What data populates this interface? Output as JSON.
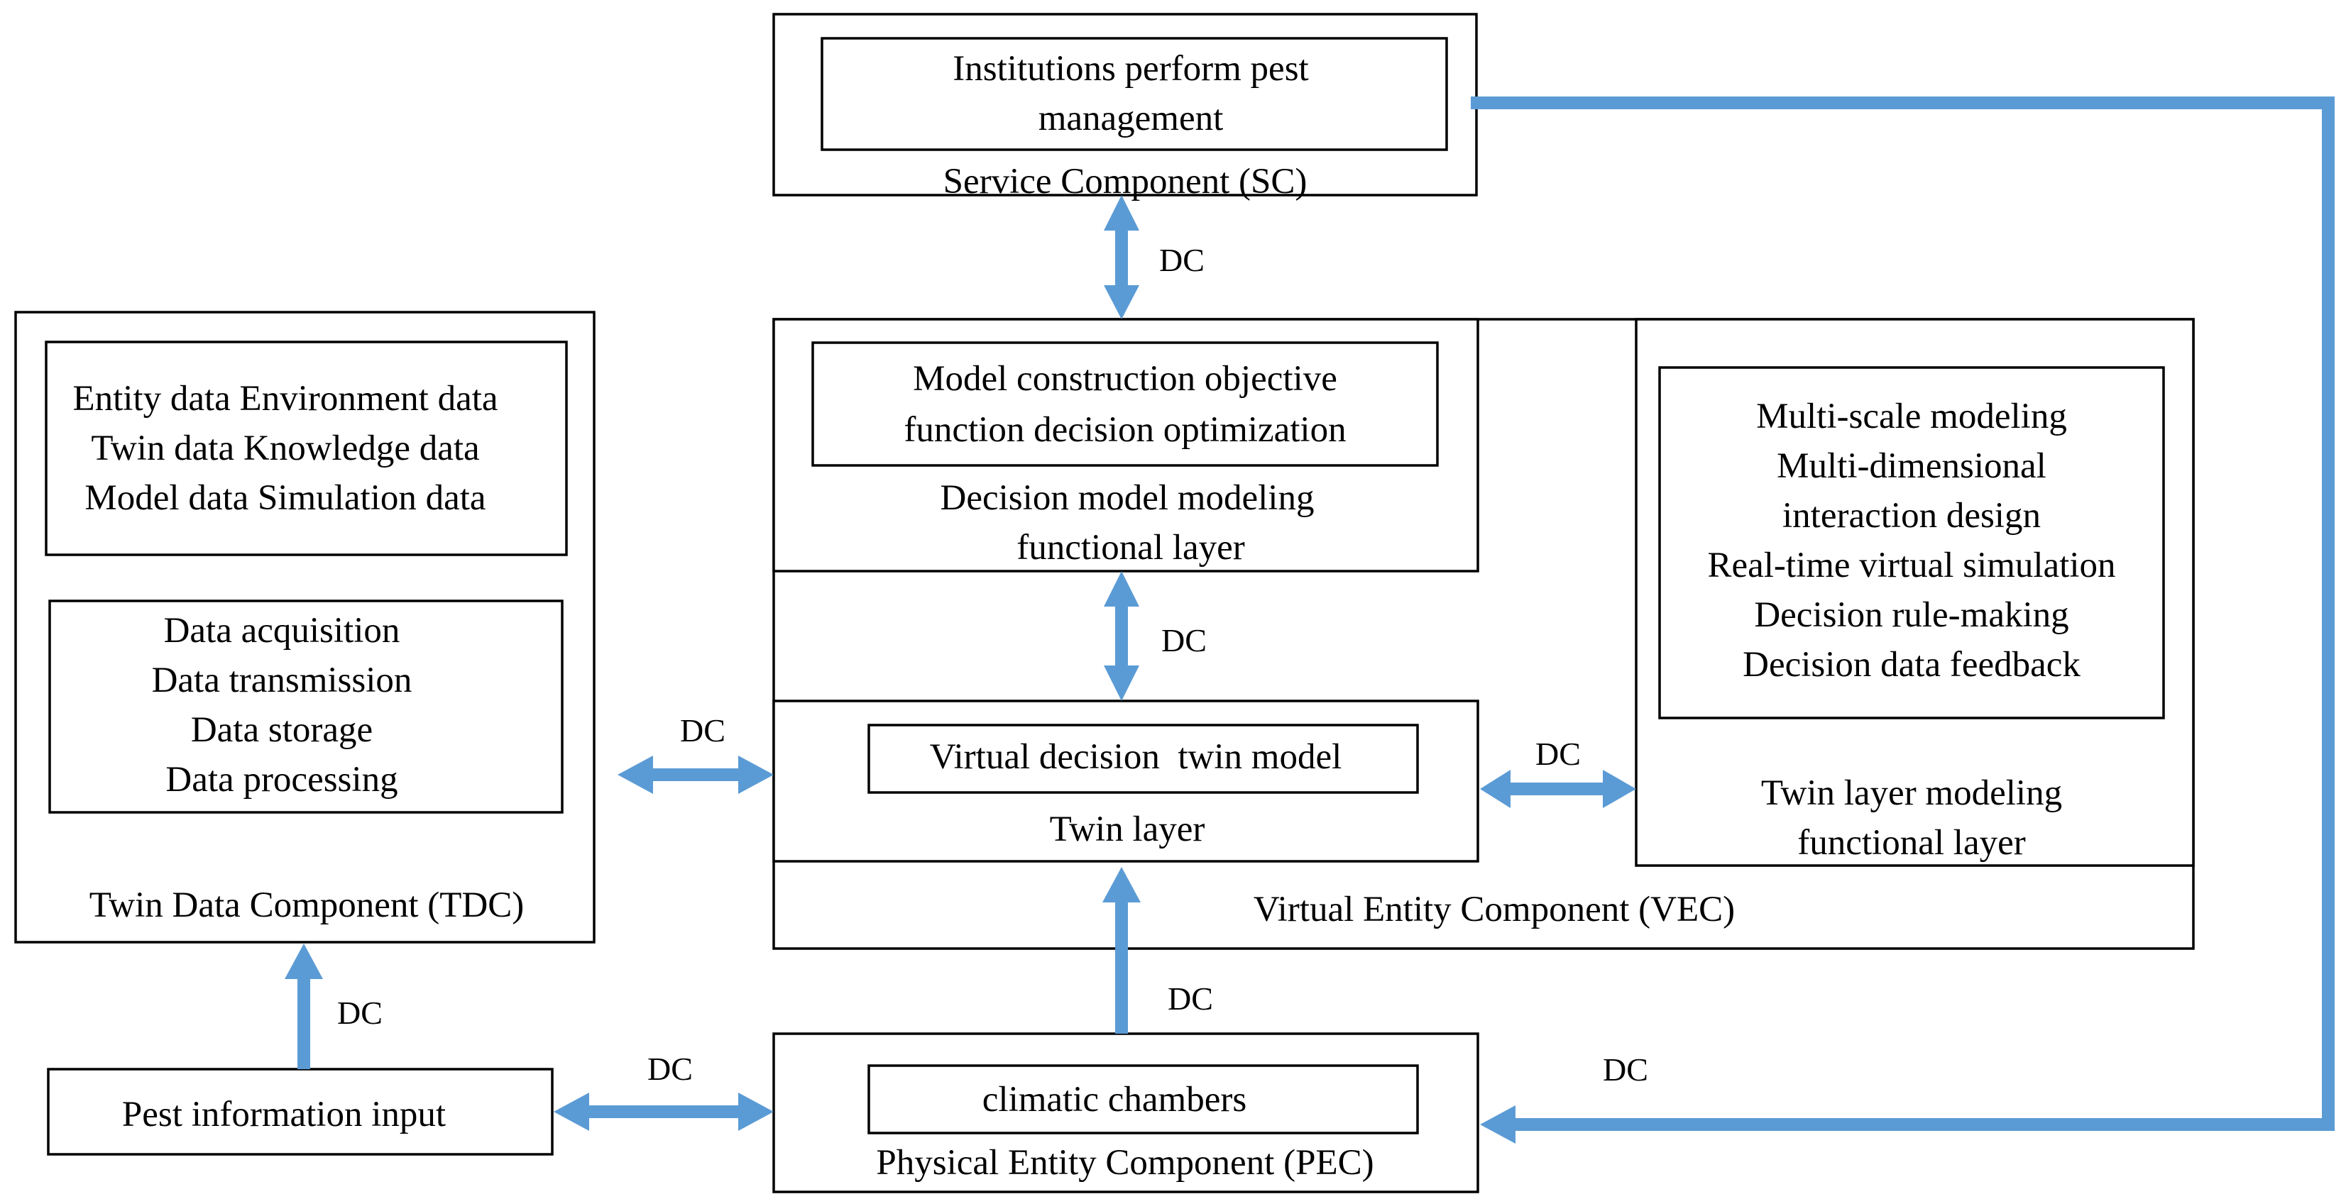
{
  "diagram": {
    "service_component": {
      "inner": [
        "Institutions perform pest",
        "management"
      ],
      "label": "Service Component (SC)"
    },
    "decision_layer": {
      "inner": [
        "Model construction objective",
        "function decision optimization"
      ],
      "label": [
        "Decision model modeling",
        "functional layer"
      ]
    },
    "twin_layer": {
      "inner": "Virtual decision  twin model",
      "label": "Twin layer"
    },
    "twin_modeling_layer": {
      "inner": [
        "Multi-scale modeling",
        "Multi-dimensional",
        "interaction design",
        "Real-time virtual simulation",
        "Decision rule-making",
        "Decision data feedback"
      ],
      "label": [
        "Twin layer modeling",
        "functional layer"
      ]
    },
    "vec_label": "Virtual Entity Component (VEC)",
    "twin_data_component": {
      "data_types": [
        "Entity data Environment data",
        "Twin data Knowledge data",
        "Model data Simulation data"
      ],
      "processes": [
        "Data acquisition",
        "Data transmission",
        "Data storage",
        "Data processing"
      ],
      "label": "Twin Data Component (TDC)"
    },
    "pest_input": "Pest information input",
    "physical_entity_component": {
      "inner": "climatic chambers",
      "label": "Physical Entity Component (PEC)"
    },
    "connector_label": "DC"
  },
  "colors": {
    "connector": "#5b9bd5",
    "border": "#000000",
    "background": "#ffffff"
  }
}
